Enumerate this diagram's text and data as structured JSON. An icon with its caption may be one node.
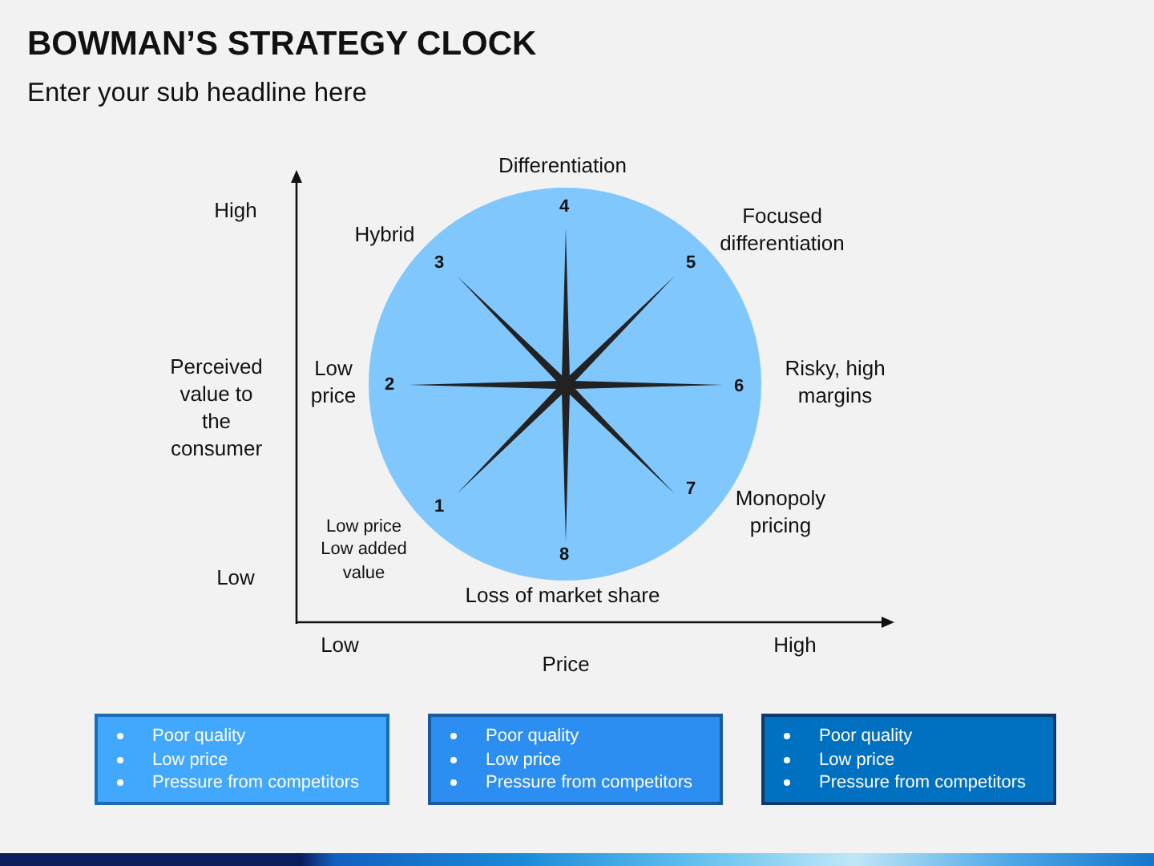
{
  "diagram": {
    "title": "BOWMAN’S STRATEGY CLOCK",
    "nodes": [
      {
        "text": [
          "1",
          "2",
          "3",
          "4",
          "5",
          "6",
          "7",
          "8"
        ]
      },
      {
        "text": [
          "Poor quality",
          "Low price",
          "Pressure from competitors"
        ]
      },
      {
        "text": [
          "Poor quality",
          "Low price",
          "Pressure from competitors"
        ]
      },
      {
        "text": [
          "Poor quality",
          "Low price",
          "Pressure from competitors"
        ]
      }
    ],
    "labels": [
      "Enter your sub headline here",
      "Differentiation",
      "High",
      "Focused differentiation",
      "Hybrid",
      "Perceived value to the consumer",
      "Low price",
      "Risky, high margins",
      "Monopoly pricing",
      "Low price Low added value",
      "Low",
      "Loss of market share",
      "Low",
      "High",
      "Price"
    ]
  }
}
